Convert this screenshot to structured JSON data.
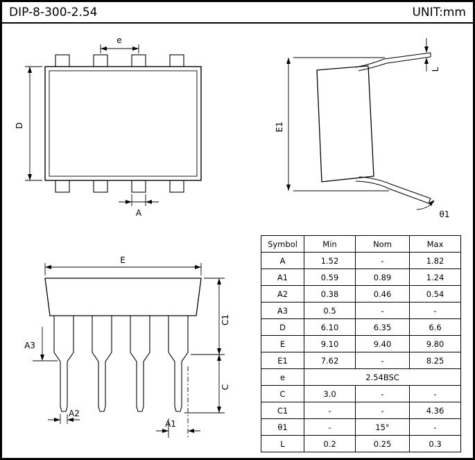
{
  "header": {
    "title": "DIP-8-300-2.54",
    "unit": "UNIT:mm"
  },
  "drawing": {
    "top_view": {
      "e": "e",
      "D": "D",
      "A": "A"
    },
    "side_view": {
      "E1": "E1",
      "L": "L",
      "theta1": "θ1"
    },
    "front_view": {
      "E": "E",
      "C1": "C1",
      "C": "C",
      "A3": "A3",
      "A2": "A2",
      "A1": "A1"
    }
  },
  "table": {
    "headers": [
      "Symbol",
      "Min",
      "Nom",
      "Max"
    ],
    "rows": [
      {
        "sym": "A",
        "min": "1.52",
        "nom": "-",
        "max": "1.82"
      },
      {
        "sym": "A1",
        "min": "0.59",
        "nom": "0.89",
        "max": "1.24"
      },
      {
        "sym": "A2",
        "min": "0.38",
        "nom": "0.46",
        "max": "0.54"
      },
      {
        "sym": "A3",
        "min": "0.5",
        "nom": "-",
        "max": "-"
      },
      {
        "sym": "D",
        "min": "6.10",
        "nom": "6.35",
        "max": "6.6"
      },
      {
        "sym": "E",
        "min": "9.10",
        "nom": "9.40",
        "max": "9.80"
      },
      {
        "sym": "E1",
        "min": "7.62",
        "nom": "-",
        "max": "8.25"
      }
    ],
    "e_row": {
      "sym": "e",
      "value": "2.54BSC"
    },
    "rows2": [
      {
        "sym": "C",
        "min": "3.0",
        "nom": "-",
        "max": "-"
      },
      {
        "sym": "C1",
        "min": "-",
        "nom": "-",
        "max": "4.36"
      },
      {
        "sym": "θ1",
        "min": "-",
        "nom": "15°",
        "max": "-"
      },
      {
        "sym": "L",
        "min": "0.2",
        "nom": "0.25",
        "max": "0.3"
      }
    ]
  }
}
